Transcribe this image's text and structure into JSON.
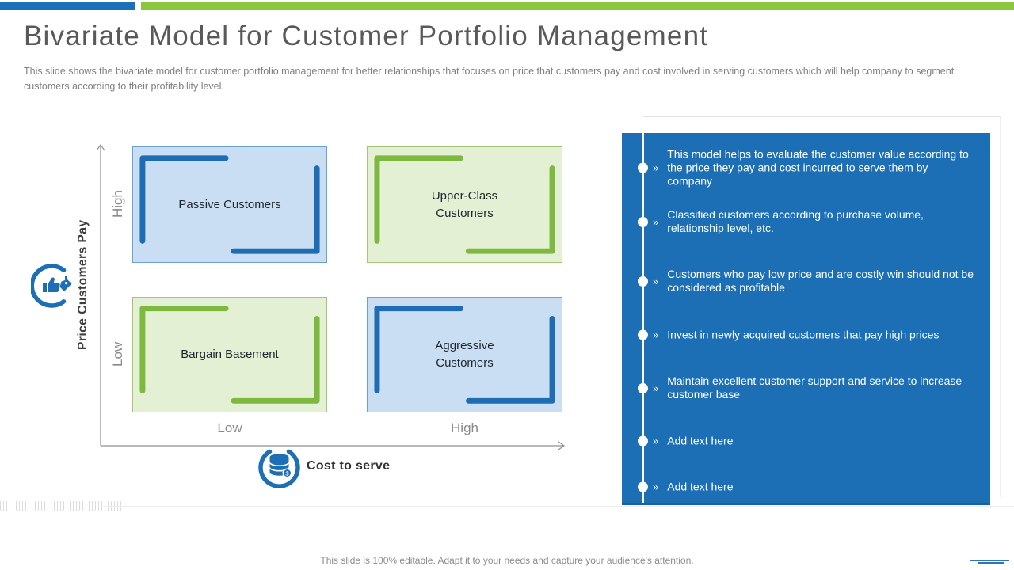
{
  "slide": {
    "title": "Bivariate Model for Customer Portfolio Management",
    "subtitle": "This slide shows the bivariate model for customer portfolio management for better relationships that focuses on price that customers pay and cost involved in serving customers which will help company to segment customers according to their profitability level.",
    "footer": "This slide is 100% editable. Adapt it to your needs and capture your audience's attention."
  },
  "matrix": {
    "y_axis": {
      "title": "Price Customers Pay",
      "top_label": "High",
      "bottom_label": "Low"
    },
    "x_axis": {
      "title": "Cost to serve",
      "left_label": "Low",
      "right_label": "High"
    },
    "quadrants": [
      {
        "label": "Passive Customers",
        "position": "top-left",
        "theme": "blue"
      },
      {
        "label": "Upper-Class Customers",
        "position": "top-right",
        "theme": "green"
      },
      {
        "label": "Bargain Basement",
        "position": "bottom-left",
        "theme": "green"
      },
      {
        "label": "Aggressive Customers",
        "position": "bottom-right",
        "theme": "blue"
      }
    ],
    "icons": {
      "y_axis_icon": "thumbs-up-price-tag-icon",
      "x_axis_icon": "database-cost-icon"
    }
  },
  "panel": {
    "bullet_marker": "»",
    "bullets": [
      "This model helps to evaluate the customer value according to the price they pay and cost incurred to serve them by company",
      "Classified customers according to purchase volume, relationship level, etc.",
      "Customers who pay low price and are costly win should not be considered as profitable",
      "Invest in newly acquired customers that pay high prices",
      "Maintain excellent customer support and service to increase customer base",
      "Add text here",
      "Add text here"
    ]
  },
  "colors": {
    "topbar_blue": "#1c70b8",
    "topbar_green": "#8cc63e",
    "panel_blue": "#1c6fb5",
    "quad_blue_fill": "#c9def2",
    "quad_blue_bracket": "#1e6cb2",
    "quad_green_fill": "#e4f0d3",
    "quad_green_bracket": "#7db93f",
    "axis_gray": "#8a8a8a"
  }
}
